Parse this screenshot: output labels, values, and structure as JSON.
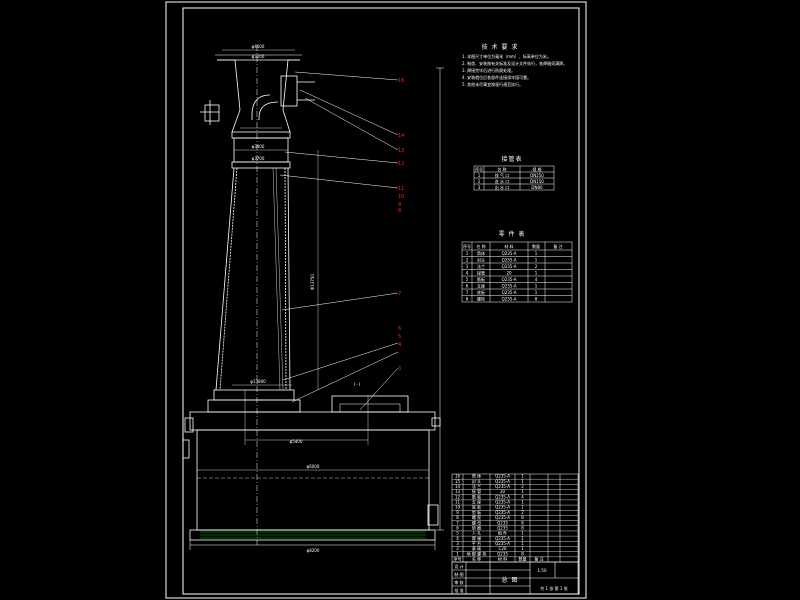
{
  "drawing": {
    "colors": {
      "background": "#000000",
      "line": "#ffffff",
      "accent": "#ff2020",
      "hatch": "#00c000"
    },
    "dims": {
      "top_width": "φ4600",
      "flange": "φ3200",
      "shell_upper": "φ3400",
      "shell_mid": "φ3700",
      "height": "Φ13750",
      "shell_lower": "φ13800",
      "base_width": "φ5400",
      "foundation_width": "φ6000",
      "foundation_total": "φ8200"
    },
    "section_label": "Ⅰ - Ⅰ",
    "callouts": [
      "16",
      "14",
      "13",
      "12",
      "11",
      "10",
      "9",
      "8",
      "7",
      "6",
      "5",
      "4",
      "3"
    ]
  },
  "tech_notes": {
    "title": "技 术 要 求",
    "lines": [
      "1. 本图尺寸单位为毫米（mm），标高单位为米。",
      "2. 制造、安装按有关标准及设计文件执行，各焊缝须满焊。",
      "3. 焊接完毕后进行防腐处理。",
      "4. 安装就位后各部件连接须牢固可靠。",
      "5. 其他未尽事宜按现行规范执行。"
    ]
  },
  "table1": {
    "title": "接管表",
    "headers": [
      "序号",
      "名 称",
      "规 格"
    ],
    "rows": [
      [
        "1",
        "排 气 口",
        "DN250"
      ],
      [
        "2",
        "进 水 口",
        "DN150"
      ],
      [
        "3",
        "出 水 口",
        "DN80"
      ]
    ]
  },
  "table2": {
    "title": "零 件 表",
    "headers": [
      "序号",
      "名 称",
      "材 料",
      "数量",
      "备 注"
    ],
    "rows": [
      [
        "1",
        "筒体",
        "Q235-A",
        "1",
        ""
      ],
      [
        "2",
        "封头",
        "Q235-A",
        "1",
        ""
      ],
      [
        "3",
        "法兰",
        "Q235-A",
        "2",
        ""
      ],
      [
        "4",
        "接管",
        "20",
        "1",
        ""
      ],
      [
        "5",
        "筋板",
        "Q235-A",
        "4",
        ""
      ],
      [
        "6",
        "支座",
        "Q235-A",
        "1",
        ""
      ],
      [
        "7",
        "底板",
        "Q235-A",
        "1",
        ""
      ],
      [
        "8",
        "螺栓",
        "Q235-A",
        "8",
        ""
      ]
    ]
  },
  "bom": {
    "rows": [
      [
        "16",
        "筒 体",
        "Q235-A",
        "1",
        ""
      ],
      [
        "15",
        "封 头",
        "Q235-A",
        "1",
        ""
      ],
      [
        "14",
        "法 兰",
        "Q235-A",
        "2",
        ""
      ],
      [
        "13",
        "接 管",
        "20",
        "1",
        ""
      ],
      [
        "12",
        "筋 板",
        "Q235-A",
        "4",
        ""
      ],
      [
        "11",
        "支 座",
        "Q235-A",
        "1",
        ""
      ],
      [
        "10",
        "底 板",
        "Q235-A",
        "1",
        ""
      ],
      [
        "9",
        "垫 板",
        "Q235-A",
        "2",
        ""
      ],
      [
        "8",
        "螺 栓",
        "Q235-A",
        "8",
        ""
      ],
      [
        "7",
        "螺 母",
        "Q235",
        "8",
        ""
      ],
      [
        "6",
        "垫 圈",
        "Q235",
        "8",
        ""
      ],
      [
        "5",
        "人 孔",
        "组 件",
        "1",
        ""
      ],
      [
        "4",
        "爬 梯",
        "Q235-A",
        "1",
        ""
      ],
      [
        "3",
        "平 台",
        "Q235-A",
        "1",
        ""
      ],
      [
        "2",
        "基 础",
        "C20",
        "1",
        ""
      ],
      [
        "1",
        "地 脚 螺 栓",
        "Q235",
        "8",
        ""
      ]
    ],
    "headers": [
      "序号",
      "名 称",
      "材 料",
      "数量",
      "备 注"
    ]
  },
  "title_block": {
    "drawing_name": "总 图",
    "scale": "1:50",
    "labels": [
      "设 计",
      "制 图",
      "审 核",
      "批 准"
    ],
    "sheet": "共 1 张  第 1 张"
  }
}
